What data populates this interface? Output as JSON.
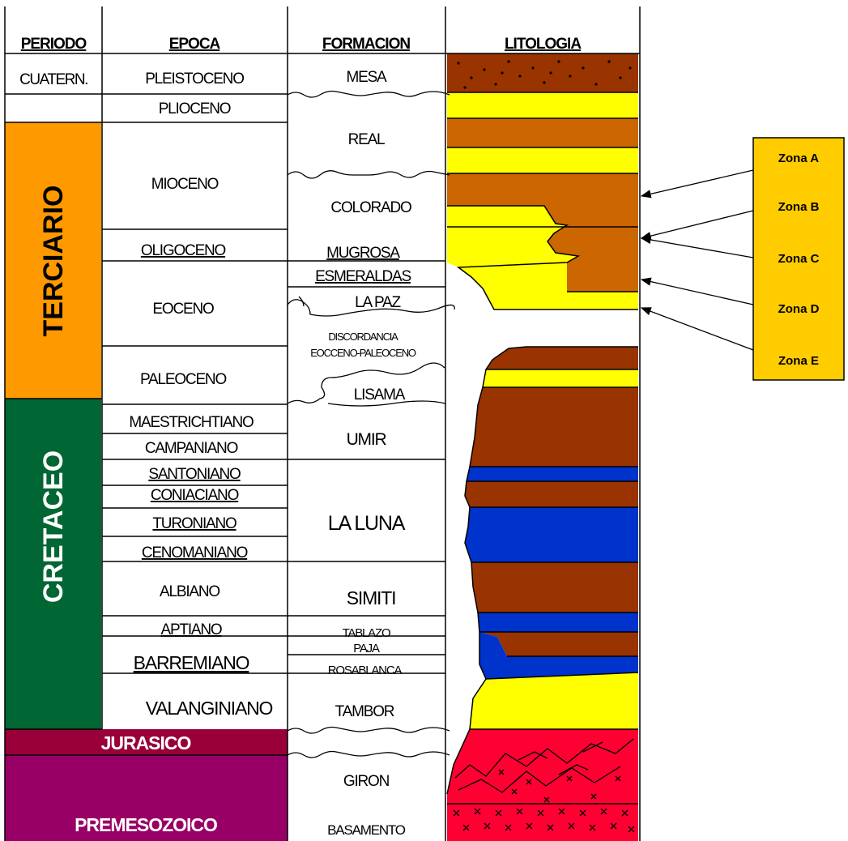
{
  "headers": {
    "periodo": "PERIODO",
    "epoca": "EPOCA",
    "formacion": "FORMACION",
    "litologia": "LITOLOGIA"
  },
  "periods": [
    {
      "id": "cuaternario",
      "label": "CUATERN.",
      "color": "#ffffff",
      "text_color": "#000000"
    },
    {
      "id": "terciario",
      "label": "TERCIARIO",
      "color": "#ff9900",
      "text_color": "#000000"
    },
    {
      "id": "cretaceo",
      "label": "CRETACEO",
      "color": "#006633",
      "text_color": "#ffffff"
    },
    {
      "id": "jurasico",
      "label": "JURASICO",
      "color": "#99003a",
      "text_color": "#ffffff"
    },
    {
      "id": "premesozoico",
      "label": "PREMESOZOICO",
      "color": "#990066",
      "text_color": "#ffffff"
    }
  ],
  "epochs": [
    "PLEISTOCENO",
    "PLIOCENO",
    "MIOCENO",
    "OLIGOCENO",
    "EOCENO",
    "PALEOCENO",
    "MAESTRICHTIANO",
    "CAMPANIANO",
    "SANTONIANO",
    "CONIACIANO",
    "TURONIANO",
    "CENOMANIANO",
    "ALBIANO",
    "APTIANO",
    "BARREMIANO",
    "VALANGINIANO"
  ],
  "formations": [
    "MESA",
    "REAL",
    "COLORADO",
    "MUGROSA",
    "ESMERALDAS",
    "LA PAZ",
    "DISCORDANCIA",
    "EOCCENO-PALEOCENO",
    "LISAMA",
    "UMIR",
    "LA LUNA",
    "SIMITI",
    "TABLAZO",
    "PAJA",
    "ROSABLANCA",
    "TAMBOR",
    "GIRON",
    "BASAMENTO"
  ],
  "zones": [
    "Zona A",
    "Zona B",
    "Zona C",
    "Zona D",
    "Zona E"
  ],
  "colors": {
    "shale": "#cc6600",
    "sand": "#ffff00",
    "dark_shale": "#993300",
    "limestone": "#0033cc",
    "granite": "#ff0033",
    "gravel": "#993300",
    "zone_box": "#ffcc00"
  }
}
